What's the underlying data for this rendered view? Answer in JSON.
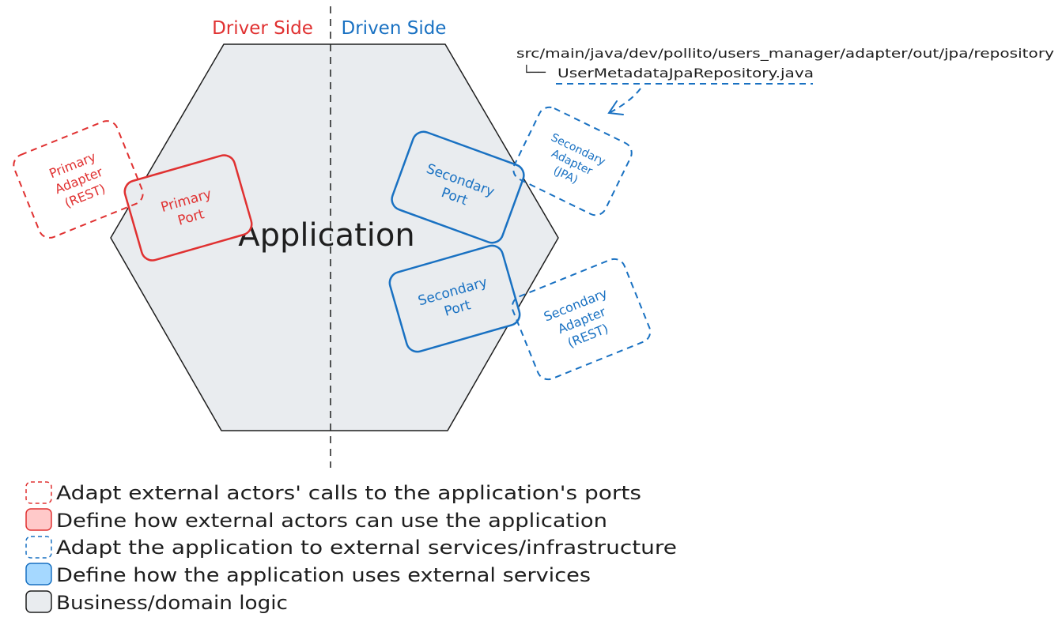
{
  "header": {
    "driver_side": "Driver Side",
    "driven_side": "Driven Side"
  },
  "colors": {
    "red": "#e03131",
    "red_fill": "#ffc9c9",
    "blue": "#1971c2",
    "blue_fill": "#a5d8ff",
    "gray_fill": "#e9ecef",
    "ink": "#1e1e1e"
  },
  "hexagon": {
    "label": "Application"
  },
  "nodes": {
    "primary_port": {
      "line1": "Primary",
      "line2": "Port"
    },
    "primary_adapter": {
      "line1": "Primary",
      "line2": "Adapter",
      "line3": "(REST)"
    },
    "secondary_port_top": {
      "line1": "Secondary",
      "line2": "Port"
    },
    "secondary_port_bottom": {
      "line1": "Secondary",
      "line2": "Port"
    },
    "secondary_adapter_jpa": {
      "line1": "Secondary",
      "line2": "Adapter",
      "line3": "(JPA)"
    },
    "secondary_adapter_rest": {
      "line1": "Secondary",
      "line2": "Adapter",
      "line3": "(REST)"
    }
  },
  "file_tree": {
    "path": "src/main/java/dev/pollito/users_manager/adapter/out/jpa/repository",
    "branch": "└──",
    "file": "UserMetadataJpaRepository.java"
  },
  "legend": [
    {
      "text": "Adapt external actors' calls to the application's ports",
      "swatch": "red-dashed"
    },
    {
      "text": "Define how external actors can use the application",
      "swatch": "red-filled"
    },
    {
      "text": "Adapt the application to external services/infrastructure",
      "swatch": "blue-dashed"
    },
    {
      "text": "Define how the application uses external services",
      "swatch": "blue-filled"
    },
    {
      "text": "Business/domain logic",
      "swatch": "gray-filled"
    }
  ]
}
